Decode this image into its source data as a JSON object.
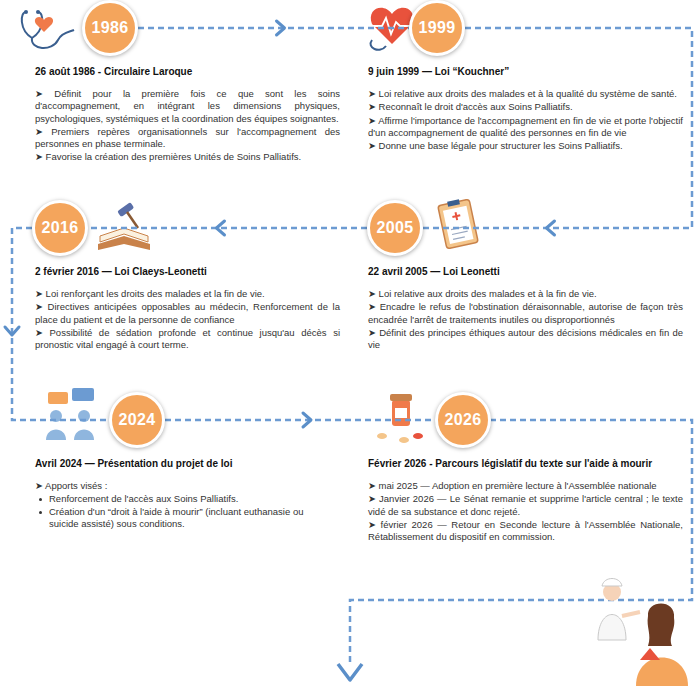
{
  "diagram": {
    "nodes": [
      {
        "text": [
          "1986"
        ]
      },
      {
        "text": [
          "1999"
        ]
      },
      {
        "text": [
          "2016"
        ]
      },
      {
        "text": [
          "2005"
        ]
      },
      {
        "text": [
          "2024"
        ]
      },
      {
        "text": [
          "2026"
        ]
      }
    ],
    "edges": [
      {
        "from": 0,
        "to": 1,
        "arrow": "to"
      },
      {
        "from": 1,
        "to": 3,
        "arrow": "to"
      },
      {
        "from": 3,
        "to": 2,
        "arrow": "to"
      },
      {
        "from": 2,
        "to": 4,
        "arrow": "to"
      },
      {
        "from": 4,
        "to": 5,
        "arrow": "to"
      }
    ],
    "labels": [
      "26 août 1986 - Circulaire Laroque",
      "➤ Définit pour la première fois ce que sont les soins d'accompagnement, en intégrant les dimensions physiques, psychologiques, systémiques et la coordination des équipes soignantes.",
      "➤ Premiers repères organisationnels sur l'accompagnement des personnes en phase terminale.",
      "➤ Favorise la création des premières Unités de Soins Palliatifs.",
      "9 juin 1999 — Loi “Kouchner”",
      "➤ Loi relative aux droits des malades et à la qualité du système de santé.",
      "➤ Reconnaît le droit d'accès aux Soins Palliatifs.",
      "➤ Affirme l'importance de l'accompagnement en fin de vie et porte l'objectif d'un accompagnement de qualité des personnes en fin de vie",
      "➤ Donne une base légale pour structurer les Soins Palliatifs.",
      "2 février 2016 — Loi Claeys-Leonetti",
      "➤ Loi renforçant les droits des malades et la fin de vie.",
      "➤ Directives anticipées opposables au médecin, Renforcement de la place du patient et de la personne de confiance",
      "➤ Possibilité de sédation profonde et continue jusqu'au décès si pronostic vital engagé à court terme.",
      "22 avril 2005 — Loi Leonetti",
      "➤ Loi relative aux droits des malades et à la fin de vie.",
      "➤ Encadre le refus de l'obstination déraisonnable, autorise de façon très encadrée l'arrêt de traitements inutiles ou disproportionnés",
      "➤ Définit des principes éthiques autour des décisions médicales en fin de vie",
      "Avril 2024 — Présentation du projet de loi",
      "➤ Apports visés :",
      "Renforcement de l'accès aux Soins Palliatifs.",
      "Création d'un “droit à l'aide à mourir” (incluant euthanasie ou suicide assisté) sous conditions.",
      "Février 2026 - Parcours législatif du texte sur l'aide à mourir",
      "➤ mai 2025 — Adoption en première lecture à l'Assemblée nationale",
      "➤ Janvier 2026 — Le Sénat remanie et supprime l'article central ; le texte vidé de sa substance et donc rejeté.",
      "➤ février 2026 — Retour en Seconde lecture à l'Assemblée Nationale, Rétablissement du dispositif en commission."
    ]
  }
}
